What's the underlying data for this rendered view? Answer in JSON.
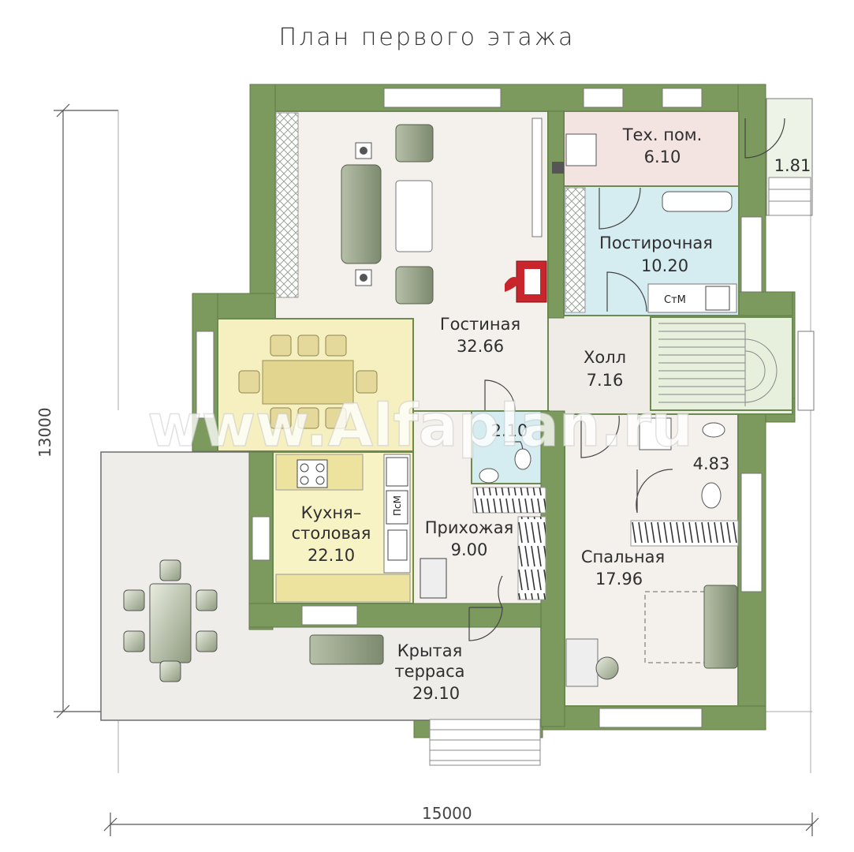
{
  "title": "План первого этажа",
  "dimensions": {
    "width": "15000",
    "height": "13000"
  },
  "watermark": "www.Alfaplan.ru",
  "rooms": [
    {
      "id": "tech",
      "name": "Тех. пом.",
      "area": "6.10"
    },
    {
      "id": "porch",
      "name": "",
      "area": "1.81"
    },
    {
      "id": "laundry",
      "name": "Постирочная",
      "area": "10.20"
    },
    {
      "id": "living",
      "name": "Гостиная",
      "area": "32.66"
    },
    {
      "id": "hall",
      "name": "Холл",
      "area": "7.16"
    },
    {
      "id": "wc",
      "name": "",
      "area": "2.10"
    },
    {
      "id": "bath",
      "name": "",
      "area": "4.83"
    },
    {
      "id": "kitchen",
      "name": "Кухня–столовая",
      "name_lines": [
        "Кухня–",
        "столовая"
      ],
      "area": "22.10"
    },
    {
      "id": "entry",
      "name": "Прихожая",
      "area": "9.00"
    },
    {
      "id": "bedroom",
      "name": "Спальная",
      "area": "17.96"
    },
    {
      "id": "terrace",
      "name": "Крытая терраса",
      "name_lines": [
        "Крытая",
        "терраса"
      ],
      "area": "29.10"
    }
  ],
  "appliance_labels": {
    "washer": "СтМ",
    "dishwasher": "ПсМ"
  },
  "colors": {
    "wall": "#7d9a5e",
    "wall_edge": "#5f7a45",
    "living": "#f4f1ec",
    "tech": "#f3e4e2",
    "laundry": "#d5ecf0",
    "hall": "#efece7",
    "dining": "#f6efbf",
    "kitchen": "#f7f3c4",
    "entry": "#f4f1ec",
    "bedroom": "#f4f1ec",
    "terrace": "#efede9",
    "wetroom": "#d5ecf0",
    "furniture": "#9aa68c",
    "fireplace": "#c8252c"
  }
}
